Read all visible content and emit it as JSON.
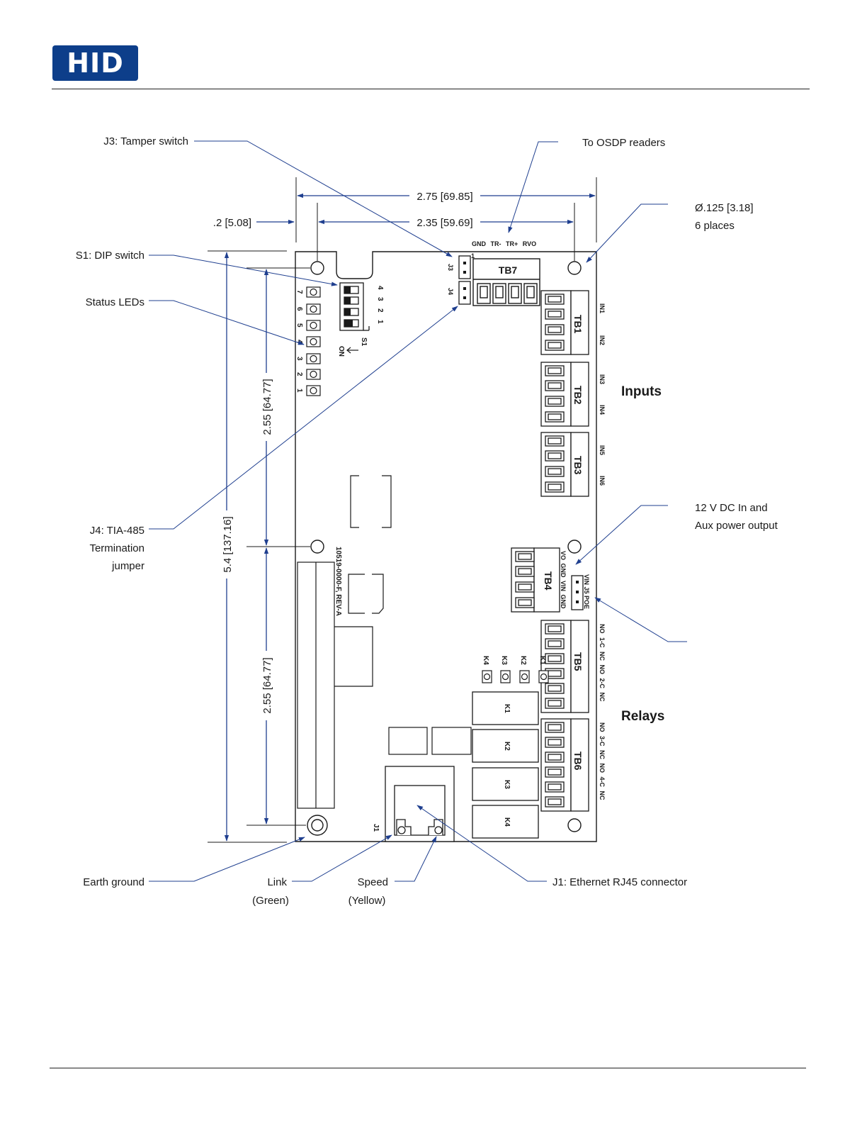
{
  "header": {
    "logo_text": "HID"
  },
  "colors": {
    "accent": "#0d3e8a",
    "line": "#1f3f8f",
    "board": "#1a1a1a"
  },
  "callouts": {
    "tamper": "J3: Tamper switch",
    "osdp": "To OSDP readers",
    "hole_dia": "Ø.125 [3.18]",
    "hole_count": "6 places",
    "dip": "S1: DIP switch",
    "leds": "Status LEDs",
    "inputs": "Inputs",
    "power_1": "12 V DC In and",
    "power_2": "Aux power output",
    "j4_1": "J4: TIA-485",
    "j4_2": "Termination",
    "j4_3": "jumper",
    "relays": "Relays",
    "earth": "Earth ground",
    "link_1": "Link",
    "link_2": "(Green)",
    "speed_1": "Speed",
    "speed_2": "(Yellow)",
    "ethernet": "J1: Ethernet RJ45 connector"
  },
  "dimensions": {
    "width_total": "2.75 [69.85]",
    "width_inner": "2.35 [59.69]",
    "offset": ".2 [5.08]",
    "height_total": "5.4 [137.16]",
    "height_upper": "2.55 [64.77]",
    "height_lower": "2.55 [64.77]"
  },
  "board": {
    "tb7_label": "TB7",
    "tb7_pins": "GND TR- TR+ RVO",
    "tb1": "TB1",
    "tb2": "TB2",
    "tb3": "TB3",
    "tb4": "TB4",
    "tb5": "TB5",
    "tb6": "TB6",
    "in1": "IN1",
    "in2": "IN2",
    "in3": "IN3",
    "in4": "IN4",
    "in5": "IN5",
    "in6": "IN6",
    "j3": "J3",
    "j4": "J4",
    "j1": "J1",
    "s1": "S1",
    "on": "ON",
    "dip_numbers": [
      "4",
      "3",
      "2",
      "1"
    ],
    "led_numbers": [
      "7",
      "6",
      "5",
      "4",
      "3",
      "2",
      "1"
    ],
    "part_number": "10519-0000-F, REV-A",
    "tb4_pins": "VO GND VIN GND",
    "j5_pins": "VIN J5 POE",
    "tb5_pins": "NO 1-C NC NO 2-C NC",
    "tb6_pins": "NO 3-C NC NO 4-C NC",
    "relay_leds": [
      "K4",
      "K3",
      "K2",
      "K1"
    ],
    "relays": [
      "K1",
      "K2",
      "K3",
      "K4"
    ]
  }
}
